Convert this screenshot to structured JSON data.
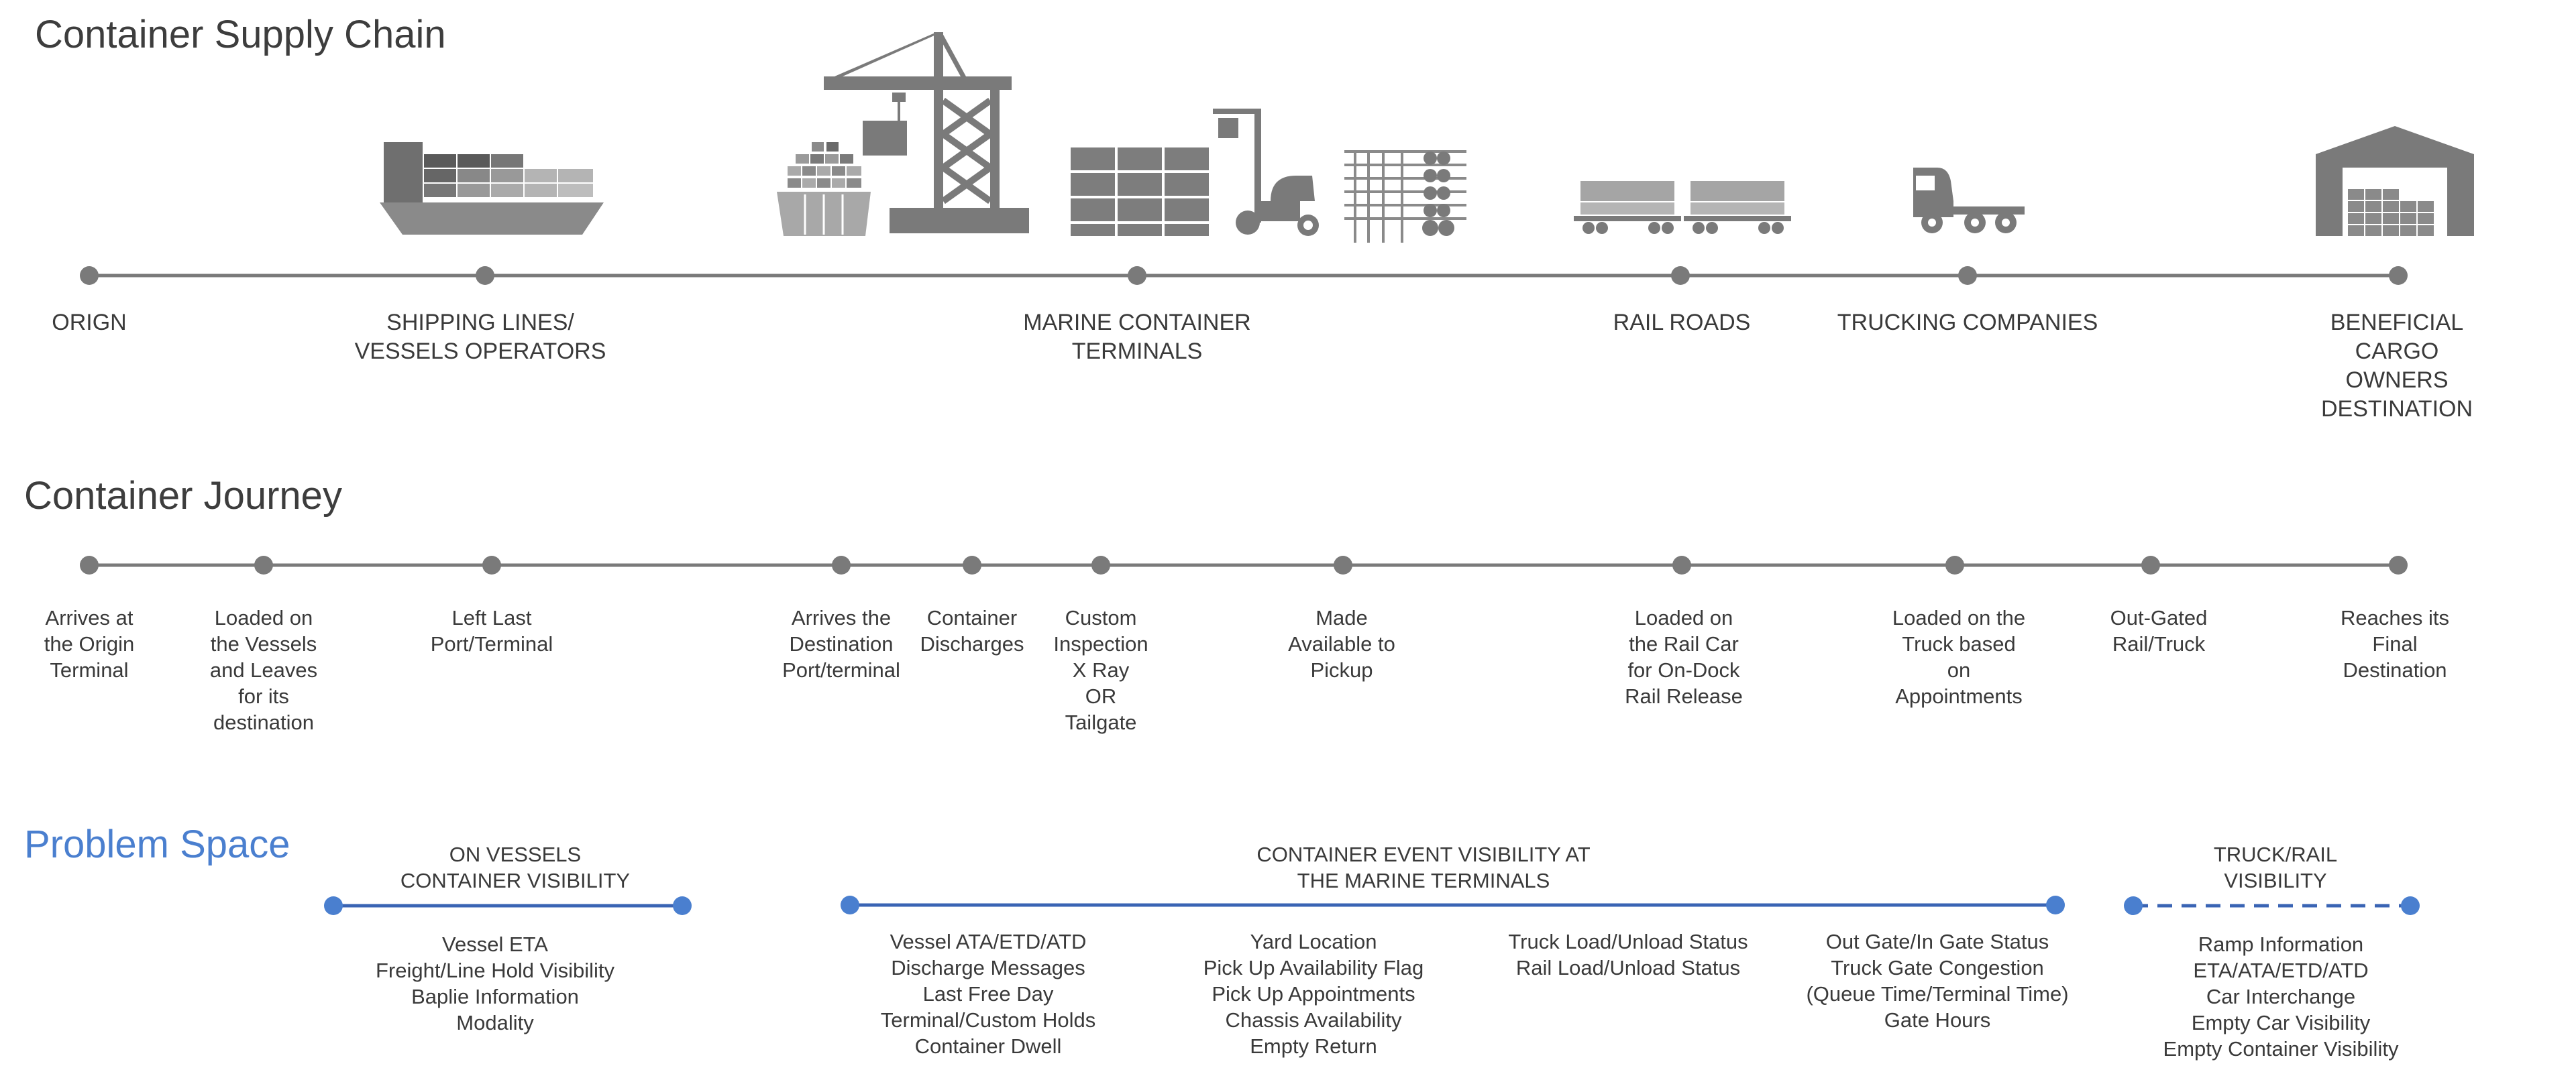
{
  "supply_chain": {
    "title": "Container Supply Chain",
    "stages": [
      {
        "label": "ORIGN"
      },
      {
        "label": "SHIPPING LINES/\nVESSELS OPERATORS"
      },
      {
        "label": "MARINE CONTAINER\nTERMINALS"
      },
      {
        "label": "RAIL ROADS"
      },
      {
        "label": "TRUCKING COMPANIES"
      },
      {
        "label": "BENEFICIAL CARGO OWNERS\nDESTINATION"
      }
    ]
  },
  "journey": {
    "title": "Container Journey",
    "steps": [
      {
        "label": "Arrives at\nthe Origin\nTerminal"
      },
      {
        "label": "Loaded on\nthe Vessels\nand Leaves\nfor its\ndestination"
      },
      {
        "label": "Left Last\nPort/Terminal"
      },
      {
        "label": "Arrives the\nDestination\nPort/terminal"
      },
      {
        "label": "Container\nDischarges"
      },
      {
        "label": "Custom\nInspection\nX Ray\nOR\nTailgate"
      },
      {
        "label": "Made\nAvailable to\nPickup"
      },
      {
        "label": "Loaded on\nthe Rail Car\nfor On-Dock\nRail Release"
      },
      {
        "label": "Loaded on the\nTruck based\non\nAppointments"
      },
      {
        "label": "Out-Gated\nRail/Truck"
      },
      {
        "label": "Reaches its\nFinal\nDestination"
      }
    ]
  },
  "problem_space": {
    "title": "Problem Space",
    "segments": [
      {
        "label": "ON VESSELS\nCONTAINER VISIBILITY",
        "style": "solid"
      },
      {
        "label": "CONTAINER EVENT VISIBILITY AT\nTHE MARINE TERMINALS",
        "style": "solid"
      },
      {
        "label": "TRUCK/RAIL\nVISIBILITY",
        "style": "dashed"
      }
    ],
    "details": [
      {
        "items": [
          "Vessel ETA",
          "Freight/Line Hold Visibility",
          "Baplie Information",
          "Modality"
        ]
      },
      {
        "items": [
          "Vessel ATA/ETD/ATD",
          "Discharge Messages",
          "Last Free Day",
          "Terminal/Custom Holds",
          "Container Dwell"
        ]
      },
      {
        "items": [
          "Yard Location",
          "Pick Up Availability Flag",
          "Pick Up Appointments",
          "Chassis Availability",
          "Empty Return"
        ]
      },
      {
        "items": [
          "Truck Load/Unload Status",
          "Rail Load/Unload Status"
        ]
      },
      {
        "items": [
          "Out Gate/In Gate Status",
          "Truck Gate Congestion",
          "(Queue Time/Terminal Time)",
          "Gate Hours"
        ]
      },
      {
        "items": [
          "Ramp Information",
          "ETA/ATA/ETD/ATD",
          "Car Interchange",
          "Empty Car Visibility",
          "Empty Container Visibility"
        ]
      }
    ]
  },
  "colors": {
    "gray": "#7a7a7a",
    "dark_gray": "#5f5f5f",
    "light_gray": "#a9a9a9",
    "blue": "#4a7fcf",
    "blue_line": "#3a64b4"
  },
  "icons": [
    "container-ship-icon",
    "ship-to-shore-crane-icon",
    "reach-stacker-icon",
    "rail-car-icon",
    "truck-icon",
    "warehouse-icon"
  ]
}
